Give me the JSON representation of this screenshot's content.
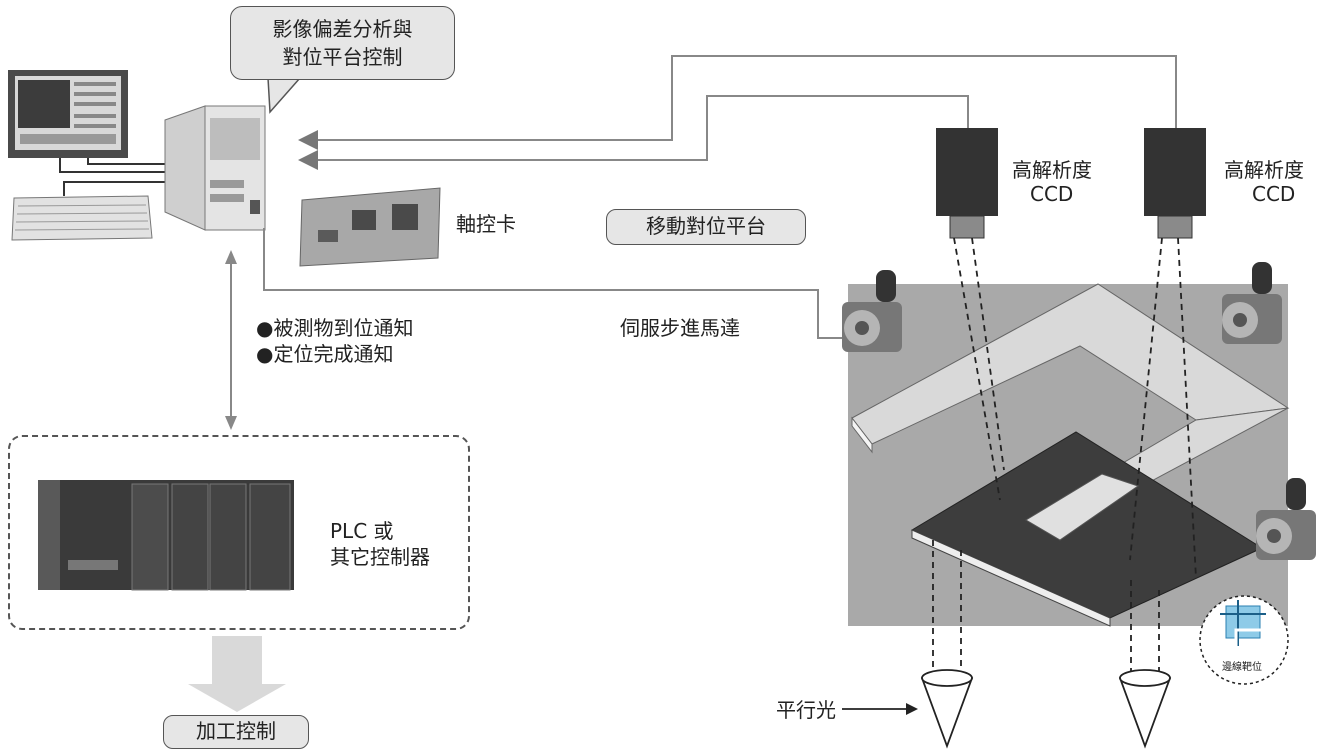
{
  "callout": {
    "line1": "影像偏差分析與",
    "line2": "對位平台控制"
  },
  "card_label": "軸控卡",
  "platform_label": "移動對位平台",
  "ccd_left": {
    "line1": "高解析度",
    "line2": "CCD"
  },
  "ccd_right": {
    "line1": "高解析度",
    "line2": "CCD"
  },
  "motor_label": "伺服步進馬達",
  "notifications": [
    "●被測物到位通知",
    "●定位完成通知"
  ],
  "plc": {
    "line1": "PLC 或",
    "line2": "其它控制器"
  },
  "process_label": "加工控制",
  "light_label": "平行光",
  "edge_target_label": "邊線靶位",
  "colors": {
    "platform": "#a9a9a9",
    "frame": "#d9d9d9",
    "dark_plate": "#3d3d3d",
    "camera": "#333333",
    "pill_bg": "#e6e6e6"
  }
}
